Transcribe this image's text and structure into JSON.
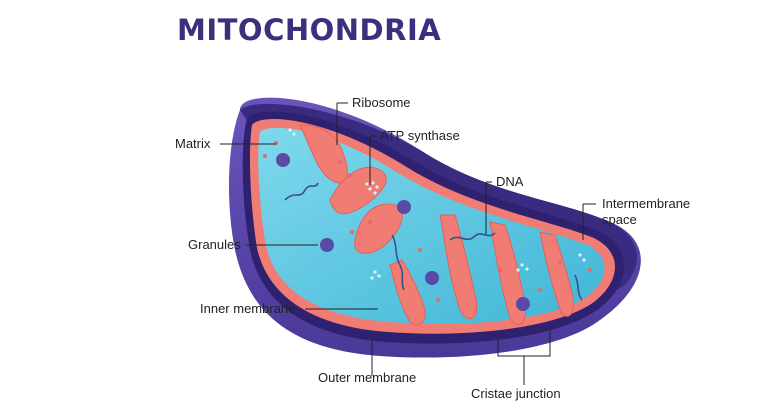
{
  "title": "MITOCHONDRIA",
  "labels": {
    "ribosome": "Ribosome",
    "atp_synthase": "ATP synthase",
    "matrix": "Matrix",
    "dna": "DNA",
    "intermembrane_line1": "Intermembrane",
    "intermembrane_line2": "space",
    "granules": "Granules",
    "inner_membrane": "Inner membrane",
    "outer_membrane": "Outer membrane",
    "cristae_junction": "Cristae junction"
  },
  "colors": {
    "title": "#3b2f7e",
    "outer_membrane": "#5a44a8",
    "outer_dark": "#3e2d86",
    "intermembrane_space": "#2e2170",
    "inner_membrane": "#f07c73",
    "matrix": "#5fcbe2",
    "granule": "#5a4aa6",
    "leader_line": "#222222"
  }
}
